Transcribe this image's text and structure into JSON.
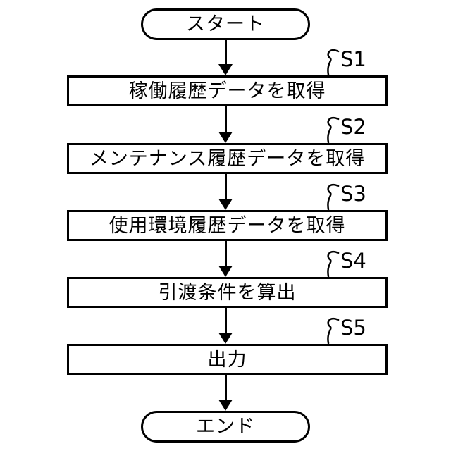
{
  "flowchart": {
    "start": {
      "label": "スタート"
    },
    "end": {
      "label": "エンド"
    },
    "steps": [
      {
        "id": "S1",
        "label": "稼働履歴データを取得"
      },
      {
        "id": "S2",
        "label": "メンテナンス履歴データを取得"
      },
      {
        "id": "S3",
        "label": "使用環境履歴データを取得"
      },
      {
        "id": "S4",
        "label": "引渡条件を算出"
      },
      {
        "id": "S5",
        "label": "出力"
      }
    ],
    "colors": {
      "stroke": "#000000",
      "background": "#ffffff"
    }
  }
}
